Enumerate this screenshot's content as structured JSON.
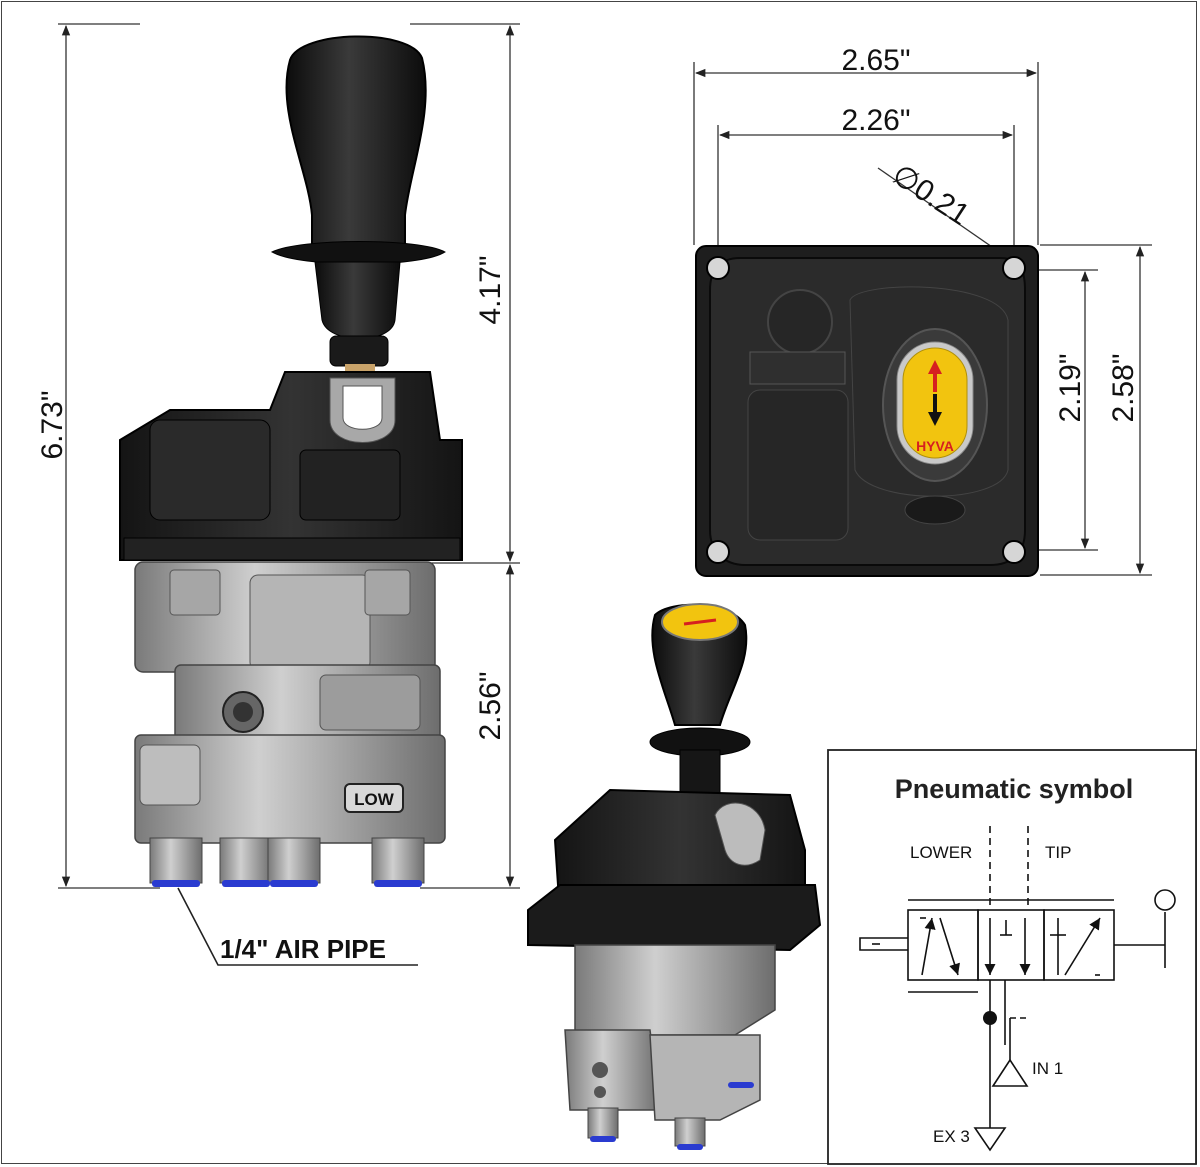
{
  "dimensions": {
    "overall_height": "6.73\"",
    "upper_height": "4.17\"",
    "lower_height": "2.56\"",
    "outer_width": "2.65\"",
    "inner_width": "2.26\"",
    "hole_diameter": "∅0.21",
    "inner_height": "2.19\"",
    "outer_height": "2.58\""
  },
  "labels": {
    "air_pipe": "1/4\" AIR PIPE",
    "low_tag": "LOW",
    "brand": "HYVA"
  },
  "pneumatic": {
    "title": "Pneumatic symbol",
    "lower": "LOWER",
    "tip": "TIP",
    "in_port": "IN 1",
    "ex_port": "EX 3"
  },
  "colors": {
    "body_black": "#1c1c1c",
    "metal_grey": "#9a9a9a",
    "indicator_yellow": "#f2c40f",
    "arrow_red": "#d62020",
    "fitting_blue": "#2a3bd0"
  }
}
